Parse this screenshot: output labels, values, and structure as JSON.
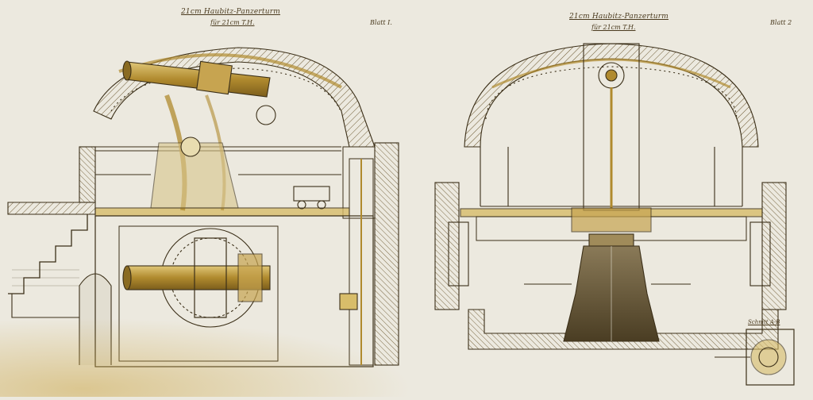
{
  "sheet1": {
    "title": "21cm Haubitz-Panzerturm",
    "subtitle": "für 21cm T.H.",
    "sheet_label": "Blatt I."
  },
  "sheet2": {
    "title": "21cm Haubitz-Panzerturm",
    "subtitle": "für 21cm T.H.",
    "sheet_label": "Blatt 2",
    "section_label": "Schnitt A-B"
  },
  "colors": {
    "paper": "#ece9df",
    "ink": "#3b2f18",
    "gold": "#b08a2e",
    "gold_light": "#d8bd6a",
    "stain": "#cdaa50"
  }
}
